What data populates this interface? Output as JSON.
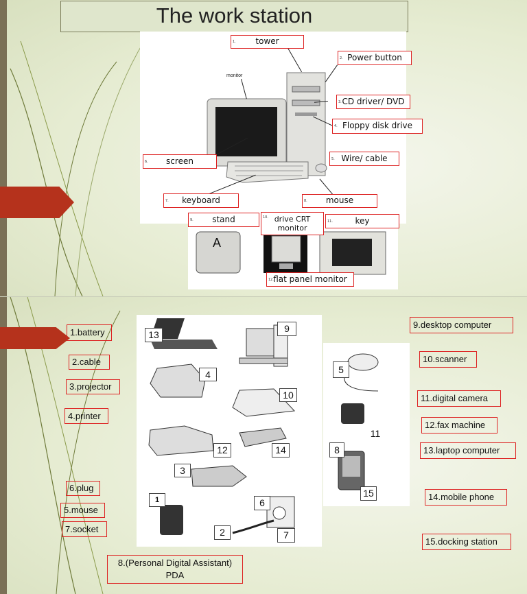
{
  "slide1": {
    "title": "The work station",
    "monitor_caption": "monitor",
    "labels": [
      {
        "num": "1.",
        "text": "tower"
      },
      {
        "num": "2.",
        "text": "Power button"
      },
      {
        "num": "3.",
        "text": "CD driver/ DVD"
      },
      {
        "num": "4.",
        "text": "Floppy disk drive"
      },
      {
        "num": "5.",
        "text": "Wire/ cable"
      },
      {
        "num": "6.",
        "text": "screen"
      },
      {
        "num": "7.",
        "text": "keyboard"
      },
      {
        "num": "8.",
        "text": "mouse"
      },
      {
        "num": "9.",
        "text": "stand"
      },
      {
        "num": "10.",
        "text": "drive CRT monitor"
      },
      {
        "num": "11.",
        "text": "key"
      },
      {
        "num": "12.",
        "text": "flat panel monitor"
      }
    ],
    "key_letter": "A"
  },
  "slide2": {
    "left_vocab": [
      "1.battery",
      "2.cable",
      "3.projector",
      "4.printer",
      "6.plug",
      "5.mouse",
      "7.socket"
    ],
    "pda_label": "8.(Personal Digital Assistant) PDA",
    "right_vocab": [
      "9.desktop computer",
      "10.scanner",
      "11.digital camera",
      "12.fax machine",
      "13.laptop computer",
      "14.mobile phone",
      "15.docking station"
    ],
    "picture_numbers": [
      "13",
      "9",
      "4",
      "10",
      "12",
      "14",
      "3",
      "1",
      "6",
      "2",
      "7",
      "5",
      "11",
      "8",
      "15"
    ],
    "battery_mark": "1"
  },
  "colors": {
    "accent": "#b5321c",
    "label_border": "#dd2222",
    "title_bg": "#dfe6cc"
  }
}
